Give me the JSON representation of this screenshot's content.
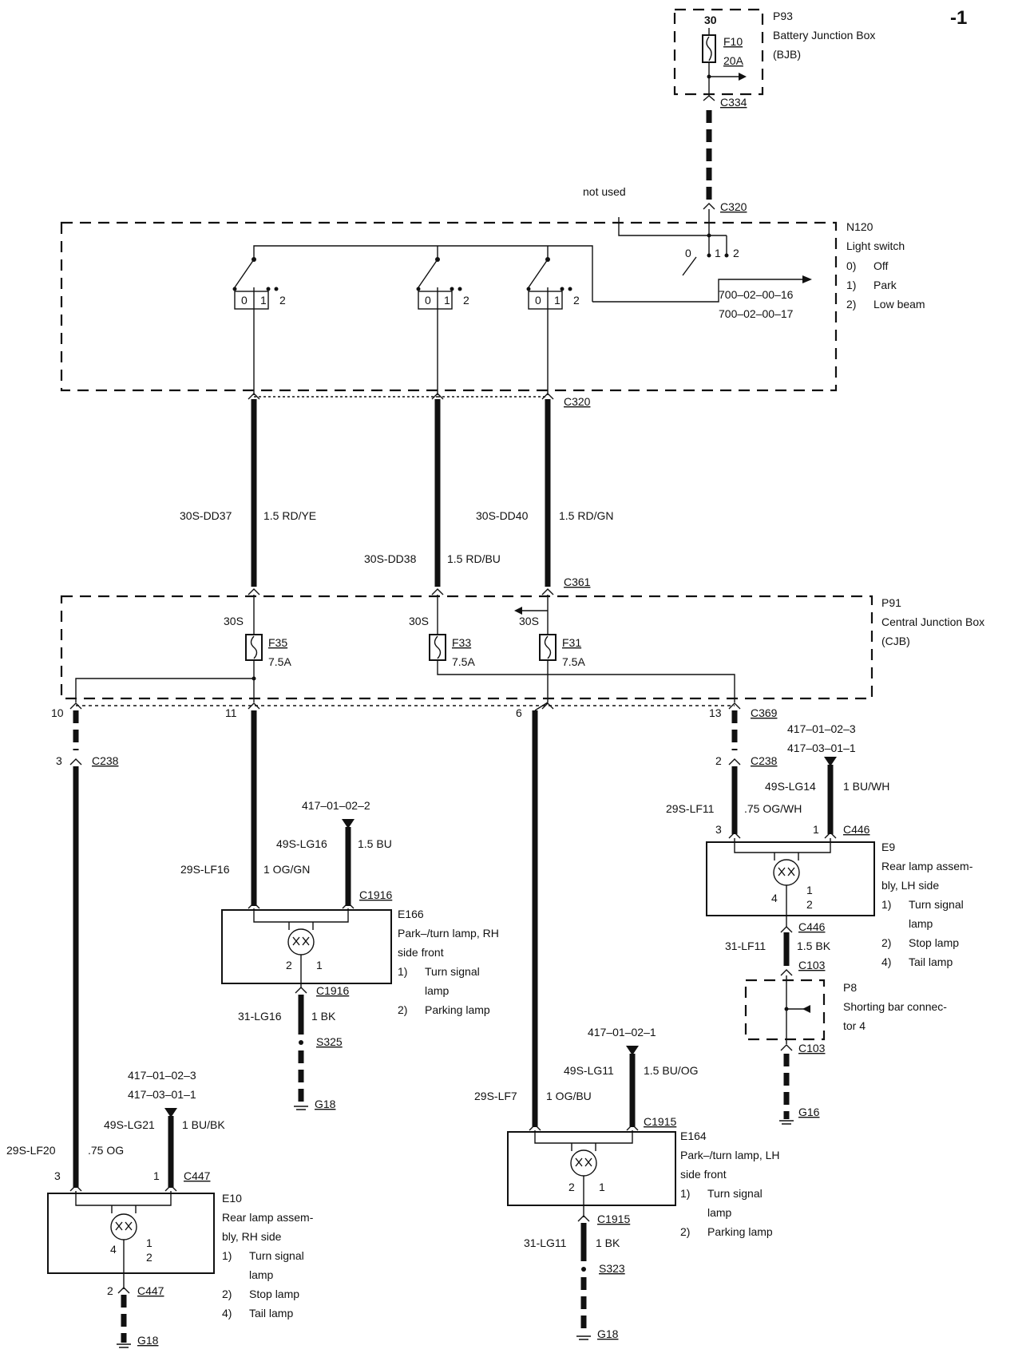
{
  "page_number": "-1",
  "bjb": {
    "ref": "P93",
    "name_line1": "Battery Junction Box",
    "name_line2": "(BJB)",
    "pin": "30",
    "fuse_id": "F10",
    "fuse_rating": "20A",
    "connector": "C334"
  },
  "light_switch": {
    "ref": "N120",
    "name": "Light switch",
    "positions": [
      {
        "num": "0)",
        "label": "Off"
      },
      {
        "num": "1)",
        "label": "Park"
      },
      {
        "num": "2)",
        "label": "Low beam"
      }
    ],
    "ref_links": [
      "700–02–00–16",
      "700–02–00–17"
    ],
    "not_used": "not used",
    "connector_top": "C320",
    "connector_bottom": "C320",
    "contact_labels": {
      "zero": "0",
      "one": "1",
      "two": "2"
    }
  },
  "wires_switch_cjb": [
    {
      "circuit": "30S-DD37",
      "spec": "1.5 RD/YE"
    },
    {
      "circuit": "30S-DD38",
      "spec": "1.5 RD/BU"
    },
    {
      "circuit": "30S-DD40",
      "spec": "1.5 RD/GN"
    }
  ],
  "cjb": {
    "ref": "P91",
    "name_line1": "Central Junction Box",
    "name_line2": "(CJB)",
    "connector_top": "C361",
    "connector_bottom": "C369",
    "input_label": "30S",
    "fuses": [
      {
        "id": "F35",
        "rating": "7.5A"
      },
      {
        "id": "F33",
        "rating": "7.5A"
      },
      {
        "id": "F31",
        "rating": "7.5A"
      }
    ],
    "pins": [
      "10",
      "11",
      "6",
      "13"
    ]
  },
  "e10": {
    "ref": "E10",
    "desc_lines": [
      "Rear lamp assem-",
      "bly, RH side"
    ],
    "functions": [
      {
        "num": "1)",
        "lines": [
          "Turn signal",
          "lamp"
        ]
      },
      {
        "num": "2)",
        "lines": [
          "Stop lamp"
        ]
      },
      {
        "num": "4)",
        "lines": [
          "Tail lamp"
        ]
      }
    ],
    "c238_pin": "3",
    "c238": "C238",
    "feed_circuit": "29S-LF20",
    "feed_spec": ".75 OG",
    "ref_links": [
      "417–01–02–3",
      "417–03–01–1"
    ],
    "side_circuit": "49S-LG21",
    "side_spec": "1 BU/BK",
    "pin_left": "3",
    "pin_right": "1",
    "connector": "C447",
    "bulb_pins": {
      "left": "4",
      "a": "1",
      "b": "2"
    },
    "ground_pin": "2",
    "ground_connector": "C447",
    "ground": "G18"
  },
  "e166": {
    "ref": "E166",
    "desc_lines": [
      "Park–/turn lamp, RH",
      "side front"
    ],
    "functions": [
      {
        "num": "1)",
        "lines": [
          "Turn signal",
          "lamp"
        ]
      },
      {
        "num": "2)",
        "lines": [
          "Parking lamp"
        ]
      }
    ],
    "ref_link": "417–01–02–2",
    "side_circuit": "49S-LG16",
    "side_spec": "1.5 BU",
    "feed_circuit": "29S-LF16",
    "feed_spec": "1 OG/GN",
    "connector": "C1916",
    "bulb_pins": {
      "left": "2",
      "right": "1"
    },
    "ground_connector": "C1916",
    "ground_circuit": "31-LG16",
    "ground_spec": "1 BK",
    "splice": "S325",
    "ground": "G18"
  },
  "e164": {
    "ref": "E164",
    "desc_lines": [
      "Park–/turn lamp, LH",
      "side front"
    ],
    "functions": [
      {
        "num": "1)",
        "lines": [
          "Turn signal",
          "lamp"
        ]
      },
      {
        "num": "2)",
        "lines": [
          "Parking lamp"
        ]
      }
    ],
    "ref_link": "417–01–02–1",
    "side_circuit": "49S-LG11",
    "side_spec": "1.5 BU/OG",
    "feed_circuit": "29S-LF7",
    "feed_spec": "1 OG/BU",
    "connector": "C1915",
    "bulb_pins": {
      "left": "2",
      "right": "1"
    },
    "ground_connector": "C1915",
    "ground_circuit": "31-LG11",
    "ground_spec": "1 BK",
    "splice": "S323",
    "ground": "G18"
  },
  "e9": {
    "ref": "E9",
    "desc_lines": [
      "Rear lamp assem-",
      "bly, LH side"
    ],
    "functions": [
      {
        "num": "1)",
        "lines": [
          "Turn signal",
          "lamp"
        ]
      },
      {
        "num": "2)",
        "lines": [
          "Stop lamp"
        ]
      },
      {
        "num": "4)",
        "lines": [
          "Tail lamp"
        ]
      }
    ],
    "c238_pin": "2",
    "c238": "C238",
    "ref_links": [
      "417–01–02–3",
      "417–03–01–1"
    ],
    "side_circuit": "49S-LG14",
    "side_spec": "1 BU/WH",
    "feed_circuit": "29S-LF11",
    "feed_spec": ".75 OG/WH",
    "pin_left": "3",
    "pin_right": "1",
    "connector": "C446",
    "bulb_pins": {
      "left": "4",
      "a": "1",
      "b": "2"
    },
    "ground_connector": "C446",
    "ground_circuit": "31-LF11",
    "ground_spec": "1.5 BK",
    "c103": "C103"
  },
  "p8": {
    "ref": "P8",
    "desc_lines": [
      "Shorting bar connec-",
      "tor 4"
    ],
    "connector_bottom": "C103",
    "ground": "G16"
  }
}
